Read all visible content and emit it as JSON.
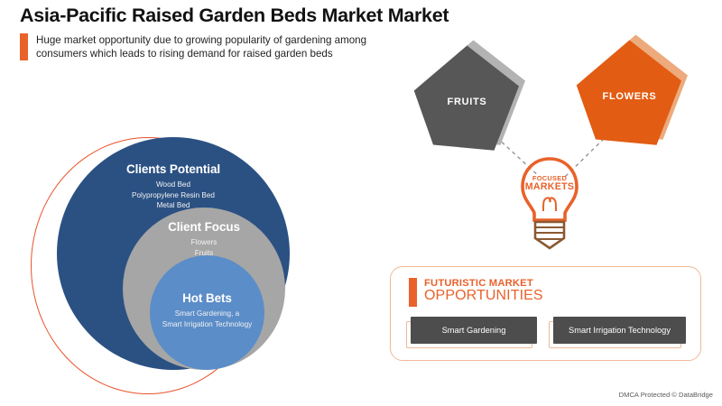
{
  "header": {
    "title": "Asia-Pacific Raised Garden Beds Market Market",
    "subtitle": "Huge market opportunity due to growing popularity of gardening among consumers which leads to rising demand for raised garden beds"
  },
  "venn": {
    "rings": [
      {
        "heading": "Clients Potential",
        "items": "Wood Bed\nPolypropylene Resin Bed\nMetal Bed",
        "color": "#2b5183"
      },
      {
        "heading": "Client Focus",
        "items": "Flowers\nFruits",
        "color": "#a6a6a6"
      },
      {
        "heading": "Hot Bets",
        "items": "Smart Gardening, a\nSmart Irrigation Technology",
        "color": "#5b8dc8"
      }
    ],
    "outline_color": "#e8522a"
  },
  "markets": {
    "blobs": [
      {
        "label": "FRUITS",
        "color": "#575757",
        "shadow_color": "#b3b3b3"
      },
      {
        "label": "FLOWERS",
        "color": "#e25c13",
        "shadow_color": "#ecaa7d"
      }
    ],
    "bulb": {
      "line1": "FOCUSED",
      "line2": "MARKETS",
      "color": "#e8622a"
    }
  },
  "opportunities": {
    "title_line1": "FUTURISTIC MARKET",
    "title_line2": "OPPORTUNITIES",
    "accent_color": "#e8622a",
    "buttons": [
      {
        "label": "Smart Gardening"
      },
      {
        "label": "Smart Irrigation Technology"
      }
    ]
  },
  "footer": {
    "text": "DMCA Protected © DataBridge"
  }
}
